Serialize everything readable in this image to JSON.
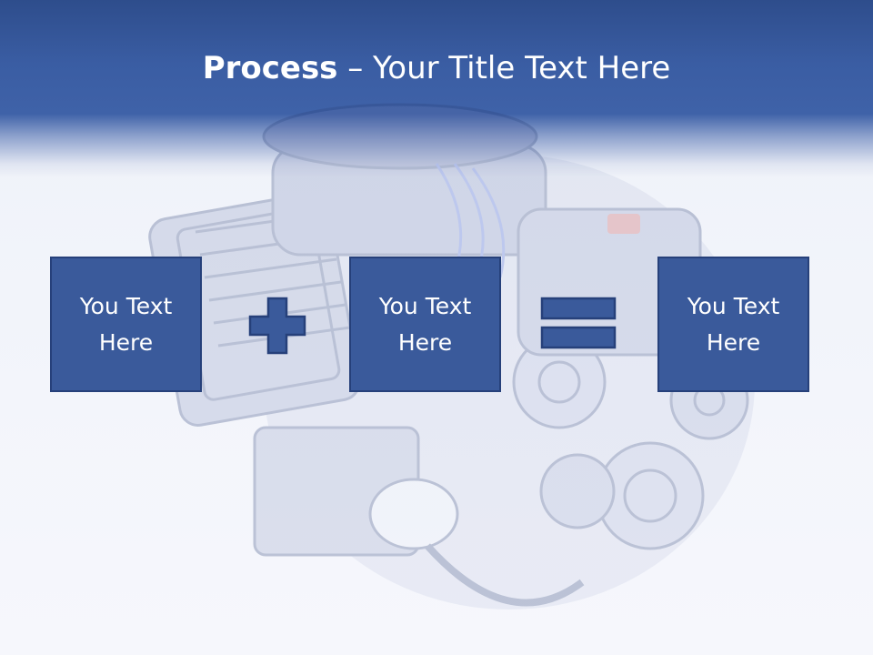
{
  "title": {
    "bold": "Process",
    "rest": " – Your Title Text Here"
  },
  "boxes": [
    {
      "text": "You Text Here"
    },
    {
      "text": "You Text Here"
    },
    {
      "text": "You Text Here"
    }
  ],
  "icons": {
    "plus": "plus-icon",
    "equals": "equals-icon",
    "background": "engine-image"
  },
  "colors": {
    "header": "#3a5da3",
    "box_fill": "#3a5a9b",
    "box_border": "#26407a",
    "text": "#ffffff"
  }
}
